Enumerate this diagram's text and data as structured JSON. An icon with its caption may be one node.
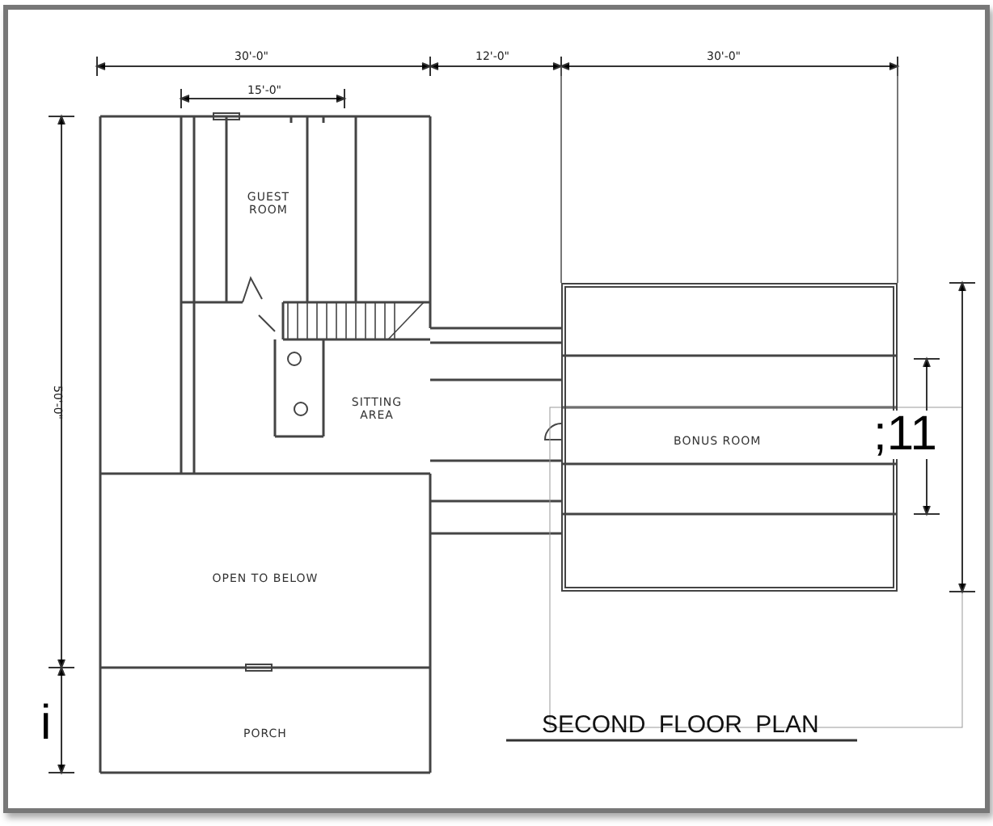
{
  "diagram": {
    "title": "SECOND FLOOR PLAN",
    "nodes": [
      {
        "text": [
          "GUEST ROOM"
        ]
      },
      {
        "text": [
          "SITTING AREA"
        ]
      },
      {
        "text": [
          "BONUS ROOM"
        ]
      },
      {
        "text": [
          "OPEN TO BELOW"
        ]
      },
      {
        "text": [
          "PORCH"
        ]
      }
    ],
    "labels": [
      "30'-0\"",
      "12'-0\"",
      "30'-0\"",
      "15'-0\"",
      "50'-0\"",
      ";11",
      "i"
    ]
  }
}
